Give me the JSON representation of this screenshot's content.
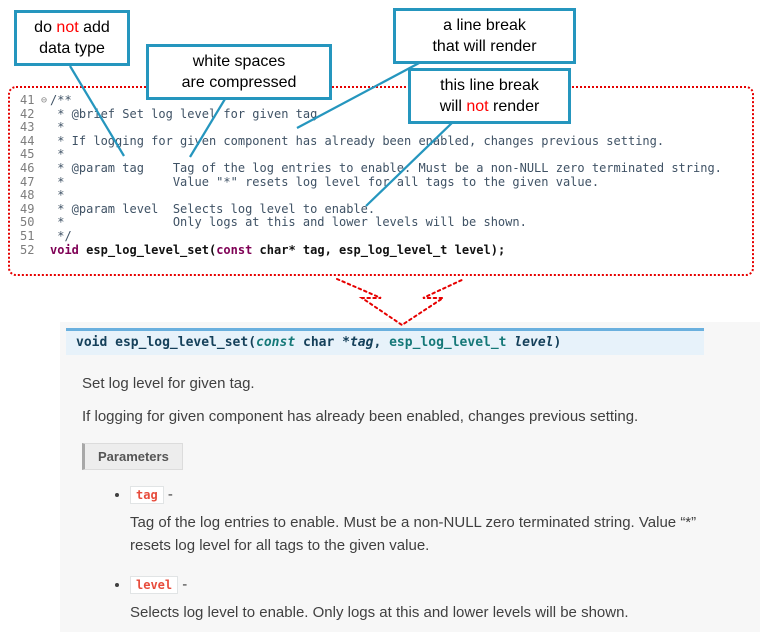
{
  "colors": {
    "callout_border_teal": "#2596be",
    "annotation_red": "#ff0000",
    "code_border_red": "#e60000",
    "signature_bg": "#e7f2fa",
    "signature_top_border": "#6ab0de",
    "param_chip_red": "#e74c3c",
    "docs_bg": "#f7f7f7"
  },
  "callouts": {
    "no_datatype": {
      "pre": "do ",
      "red": "not",
      "post": " add",
      "line2": "data type"
    },
    "whitespace": {
      "line1": "white spaces",
      "line2": "are compressed"
    },
    "break_render": {
      "line1": "a line break",
      "line2": "that will render"
    },
    "break_no_render": {
      "line1": "this line break",
      "pre": "will ",
      "red": "not",
      "post": " render"
    }
  },
  "code": {
    "lines": [
      {
        "num": "41",
        "fold": "⊖",
        "text": "/**"
      },
      {
        "num": "42",
        "text": " * @brief Set log level for given tag"
      },
      {
        "num": "43",
        "text": " *"
      },
      {
        "num": "44",
        "text": " * If logging for given component has already been enabled, changes previous setting."
      },
      {
        "num": "45",
        "text": " *"
      },
      {
        "num": "46",
        "text": " * @param tag    Tag of the log entries to enable. Must be a non-NULL zero terminated string."
      },
      {
        "num": "47",
        "text": " *               Value \"*\" resets log level for all tags to the given value."
      },
      {
        "num": "48",
        "text": " *"
      },
      {
        "num": "49",
        "text": " * @param level  Selects log level to enable."
      },
      {
        "num": "50",
        "text": " *               Only logs at this and lower levels will be shown."
      },
      {
        "num": "51",
        "text": " */"
      }
    ],
    "declaration": {
      "num": "52",
      "kw1": "void",
      "sp1": " ",
      "name": "esp_log_level_set",
      "open": "(",
      "kw2": "const",
      "rest": " char* tag, esp_log_level_t level);"
    }
  },
  "docs": {
    "signature": {
      "ret": "void",
      "sp": " ",
      "name": "esp_log_level_set",
      "open": "(",
      "kw": "const",
      "arg1_type": " char *",
      "arg1_name": "tag",
      "comma": ", ",
      "arg2_type": "esp_log_level_t",
      "sp2": " ",
      "arg2_name": "level",
      "close": ")"
    },
    "brief": "Set log level for given tag.",
    "detail": "If logging for given component has already been enabled, changes previous setting.",
    "parameters_label": "Parameters",
    "params": [
      {
        "name": "tag",
        "sep": " - ",
        "desc": "Tag of the log entries to enable. Must be a non-NULL zero terminated string. Value “*” resets log level for all tags to the given value."
      },
      {
        "name": "level",
        "sep": " - ",
        "desc": "Selects log level to enable. Only logs at this and lower levels will be shown."
      }
    ]
  }
}
